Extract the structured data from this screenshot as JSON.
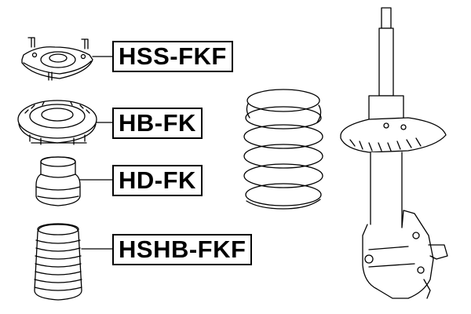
{
  "labels": {
    "strut_mount": "HSS-FKF",
    "bearing": "HB-FK",
    "bump_stop": "HD-FK",
    "boot": "HSHB-FKF"
  },
  "colors": {
    "ink": "#000000",
    "paper": "#ffffff"
  }
}
